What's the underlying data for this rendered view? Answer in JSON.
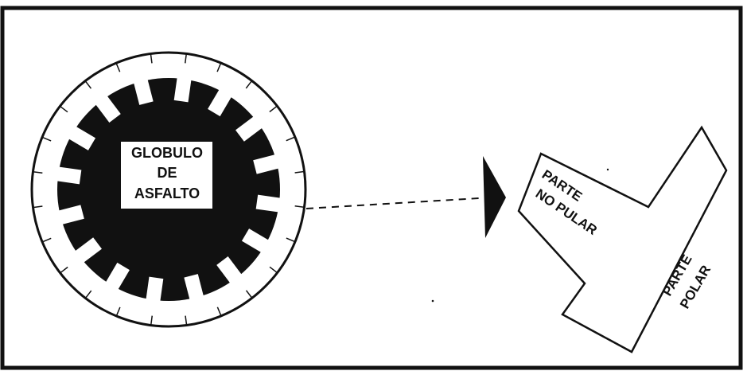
{
  "globule_label": {
    "line1": "GLOBULO",
    "line2": "DE",
    "line3": "ASFALTO"
  },
  "molecule_labels": {
    "nonpolar_line1": "PARTE",
    "nonpolar_line2": "NO PULAR",
    "polar_line1": "PARTE",
    "polar_line2": "POLAR"
  },
  "colors": {
    "ink": "#111111",
    "paper": "#ffffff"
  }
}
